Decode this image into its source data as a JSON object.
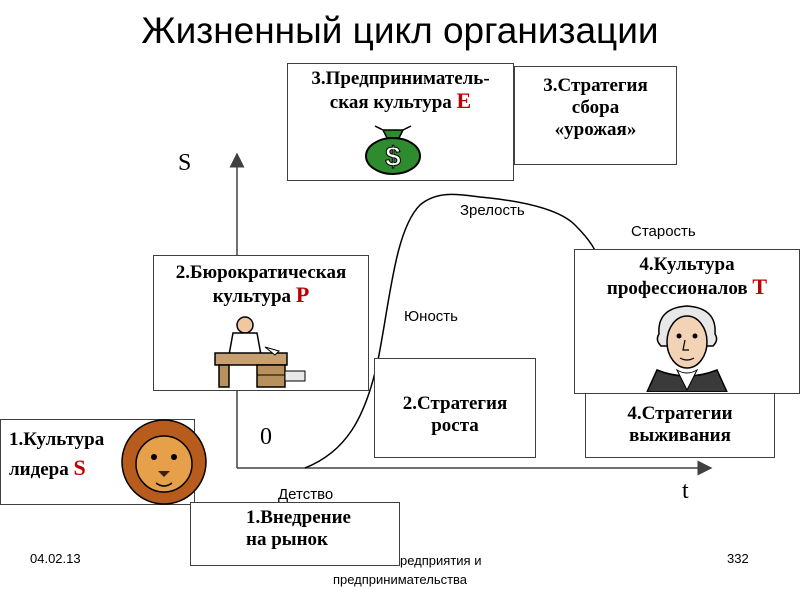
{
  "title": "Жизненный цикл организации",
  "axes": {
    "y_label": "S",
    "x_label": "t",
    "origin_label": "0"
  },
  "stages": {
    "childhood": "Детство",
    "youth": "Юность",
    "maturity": "Зрелость",
    "old_age": "Старость"
  },
  "cultures": {
    "c1_text": "1.Культура лидера",
    "c1_letter": "S",
    "c2_line1": "2.Бюрократическая",
    "c2_line2": "культура",
    "c2_letter": "P",
    "c3_line1": "3.Предприниматель-",
    "c3_line2": "ская культура",
    "c3_letter": "E",
    "c4_line1": "4.Культура",
    "c4_line2": "профессионалов",
    "c4_letter": "T"
  },
  "strategies": {
    "s1_line1": "1.Внедрение",
    "s1_line2": "на рынок",
    "s2_line1": "2.Стратегия",
    "s2_line2": "роста",
    "s3_line1": "3.Стратегия",
    "s3_line2": "сбора",
    "s3_line3": "«урожая»",
    "s4_line1": "4.Стратегии",
    "s4_line2": "выживания"
  },
  "footer": {
    "date": "04.02.13",
    "subtitle_line1": "редприятия и",
    "subtitle_line2": "предпринимательства",
    "page": "332"
  },
  "colors": {
    "letter_accent": "#c00000",
    "moneybag": "#2e8b2e",
    "lion": "#d2691e"
  },
  "icons": [
    "money-bag-icon",
    "clerk-at-desk-icon",
    "lion-icon",
    "washington-portrait-icon"
  ]
}
